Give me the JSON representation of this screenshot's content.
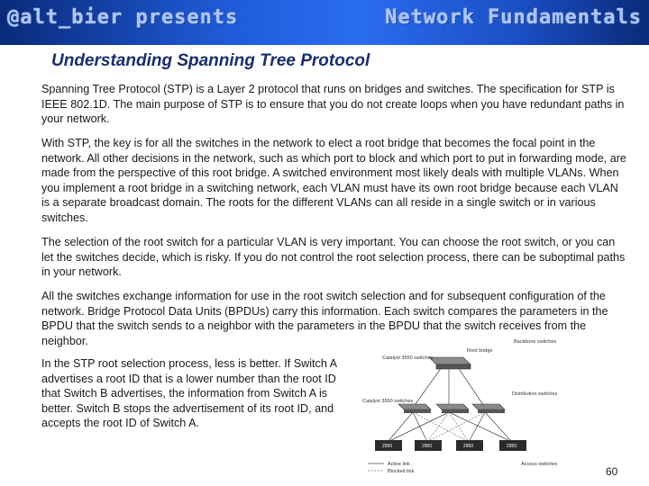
{
  "header": {
    "left_text": "@alt_bier presents",
    "right_text": "Network Fundamentals"
  },
  "slide": {
    "title": "Understanding Spanning Tree Protocol",
    "paragraphs": [
      "Spanning Tree Protocol (STP) is a Layer 2 protocol that runs on bridges and switches. The specification for STP is IEEE 802.1D. The main purpose of STP is to ensure that you do not create loops when you have redundant paths in your network.",
      "With STP, the key is for all the switches in the network to elect a root bridge that becomes the focal point in the network. All other decisions in the network, such as which port to block and which port to put in forwarding mode, are made from the perspective of this root bridge. A switched environment most likely deals with multiple VLANs. When you implement a root bridge in a switching network, each VLAN must have its own root bridge because each VLAN is a separate broadcast domain. The roots for the different VLANs can all reside in a single switch or in various switches.",
      "The selection of the root switch for a particular VLAN is very important. You can choose the root switch, or you can let the switches decide, which is risky. If you do not control the root selection process, there can be suboptimal paths in your network.",
      "All the switches exchange information for use in the root switch selection and for subsequent configuration of the network. Bridge Protocol Data Units (BPDUs) carry this information. Each switch compares the parameters in the BPDU that the switch sends to a neighbor with the parameters in the BPDU that the switch receives from the neighbor.",
      "In the STP root selection process, less is better. If Switch A advertises a root ID that is a lower number than the root ID that Switch B advertises, the information from Switch A is better. Switch B stops the advertisement of its root ID, and accepts the root ID of Switch A."
    ],
    "page_number": "60"
  },
  "diagram": {
    "labels": {
      "backbone": "Backbone switches",
      "root_bridge": "Root bridge",
      "catalyst_top": "Catalyst 3550 switches",
      "catalyst_mid": "Catalyst 3550 switches",
      "distribution": "Distribution switches",
      "access": "Access switches",
      "active_link": "Active link",
      "blocked_link": "Blocked link"
    },
    "access_switch_names": [
      "2950",
      "2950",
      "2950",
      "2950"
    ]
  }
}
